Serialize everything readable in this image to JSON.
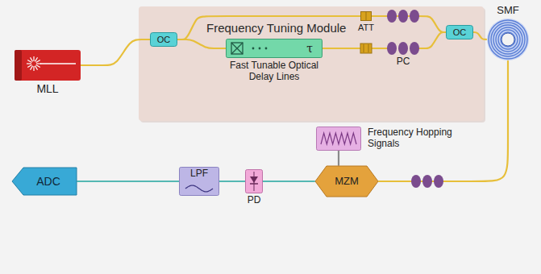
{
  "diagram": {
    "nodes": [
      {
        "text": [
          "Frequency Tuning Module"
        ]
      },
      {
        "text": [
          "MLL"
        ]
      },
      {
        "text": [
          "OC"
        ],
        "in": 0
      },
      {
        "text": [
          "τ",
          "Fast Tunable Optical Delay Lines"
        ],
        "in": 0
      },
      {
        "text": [
          "ATT"
        ],
        "in": 0
      },
      {
        "text": [
          "PC"
        ],
        "in": 0
      },
      {
        "text": [
          "OC"
        ],
        "in": 0
      },
      {
        "text": [
          "SMF"
        ]
      },
      {
        "text": [
          "MZM"
        ]
      },
      {
        "text": [
          "Frequency Hopping Signals"
        ]
      },
      {
        "text": [
          "PD"
        ]
      },
      {
        "text": [
          "LPF"
        ]
      },
      {
        "text": [
          "ADC"
        ]
      }
    ],
    "edges": [
      {
        "from": 1,
        "to": 2,
        "arrow": "none"
      },
      {
        "from": 2,
        "to": 4,
        "arrow": "none"
      },
      {
        "from": 2,
        "to": 3,
        "arrow": "none"
      },
      {
        "from": 3,
        "to": 5,
        "arrow": "none"
      },
      {
        "from": 4,
        "to": 6,
        "arrow": "none"
      },
      {
        "from": 5,
        "to": 6,
        "arrow": "none"
      },
      {
        "from": 6,
        "to": 7,
        "arrow": "none"
      },
      {
        "from": 7,
        "to": 8,
        "arrow": "none"
      },
      {
        "from": 9,
        "to": 8,
        "arrow": "none"
      },
      {
        "from": 8,
        "to": 10,
        "arrow": "none"
      },
      {
        "from": 10,
        "to": 11,
        "arrow": "none"
      },
      {
        "from": 11,
        "to": 12,
        "arrow": "none"
      }
    ]
  }
}
